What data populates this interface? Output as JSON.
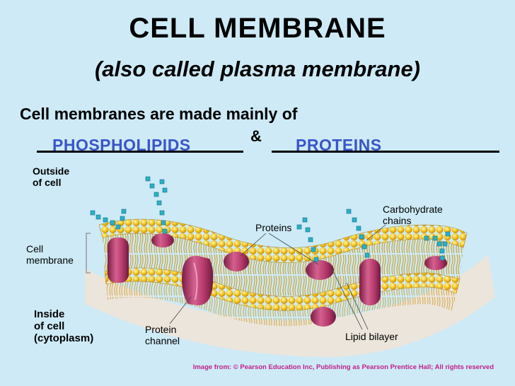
{
  "title": "CELL MEMBRANE",
  "subtitle": "(also called plasma membrane)",
  "statement": "Cell membranes are made mainly of",
  "answers": {
    "first": "PHOSPHOLIPIDS",
    "conjunction": "&",
    "second": "PROTEINS"
  },
  "labels": {
    "outside": [
      "Outside",
      "of cell"
    ],
    "cell_membrane": [
      "Cell",
      "membrane"
    ],
    "inside": [
      "Inside",
      "of cell",
      "(cytoplasm)"
    ],
    "protein_channel": [
      "Protein",
      "channel"
    ],
    "proteins": "Proteins",
    "carbohydrate": [
      "Carbohydrate",
      "chains"
    ],
    "lipid_bilayer": "Lipid bilayer"
  },
  "credit": "Image from:  © Pearson Education Inc, Publishing as Pearson Prentice Hall; All rights reserved",
  "colors": {
    "background": "#cdeaf6",
    "answer_text": "#3a55c8",
    "lipid_head": "#f4c21c",
    "protein": "#b83a6e",
    "carbohydrate": "#2bb0c4",
    "credit": "#c0208a"
  }
}
